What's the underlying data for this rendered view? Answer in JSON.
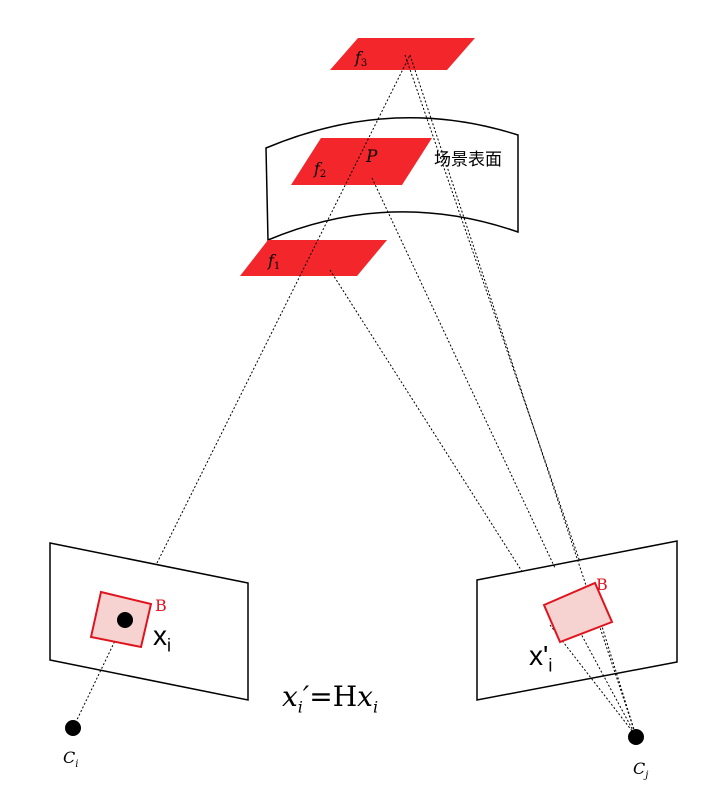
{
  "facets": {
    "f1": {
      "base": "f",
      "sub": "1"
    },
    "f2": {
      "base": "f",
      "sub": "2"
    },
    "f3": {
      "base": "f",
      "sub": "3"
    }
  },
  "point_label": "P",
  "scene_surface_label": "场景表面",
  "patch_label_left": "B",
  "patch_label_right": "B",
  "xi": {
    "base": "x",
    "sub": "i"
  },
  "xpi": {
    "base": "x'",
    "sub": "i"
  },
  "camera_i": {
    "base": "C",
    "sub": "i"
  },
  "camera_j": {
    "base": "C",
    "sub": "j"
  },
  "formula": {
    "lhs_base": "x",
    "lhs_sub": "i",
    "prime": "′",
    "eq": "=",
    "H": "H",
    "rhs_base": "x",
    "rhs_sub": "i"
  },
  "colors": {
    "facet_red": "#f2262b",
    "patch_border": "#e0141e",
    "patch_fill": "#f6d3d0",
    "label_red": "#e0141e",
    "line": "#000000"
  }
}
